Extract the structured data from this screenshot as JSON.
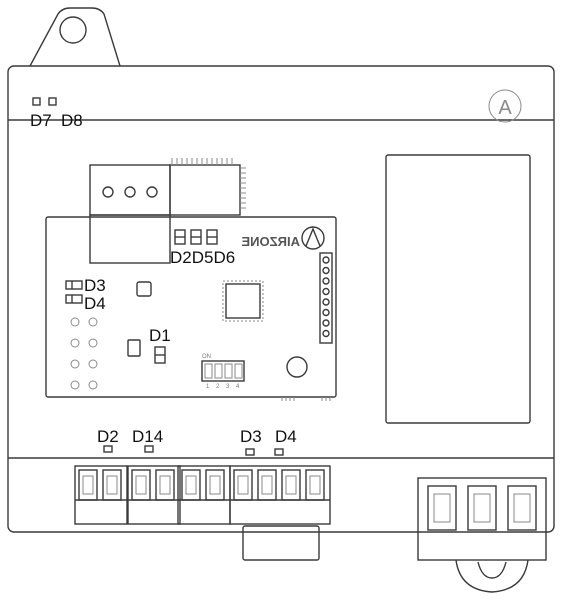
{
  "labels": {
    "d7": "D7",
    "d8": "D8",
    "board_d2d5d6": "D2D5D6",
    "board_d3": "D3",
    "board_d4": "D4",
    "board_d1": "D1",
    "bottom_d2": "D2",
    "bottom_d14": "D14",
    "bottom_d3": "D3",
    "bottom_d4": "D4"
  },
  "brand": {
    "name": "AIRZONE",
    "logo_letter": "A",
    "dip_switch_caption": "ON",
    "dip_switch_numbers": [
      "1",
      "2",
      "3",
      "4"
    ]
  },
  "colors": {
    "line": "#3a3a3a",
    "light_line": "#8a8a8a",
    "text": "#111111",
    "background": "#ffffff"
  }
}
